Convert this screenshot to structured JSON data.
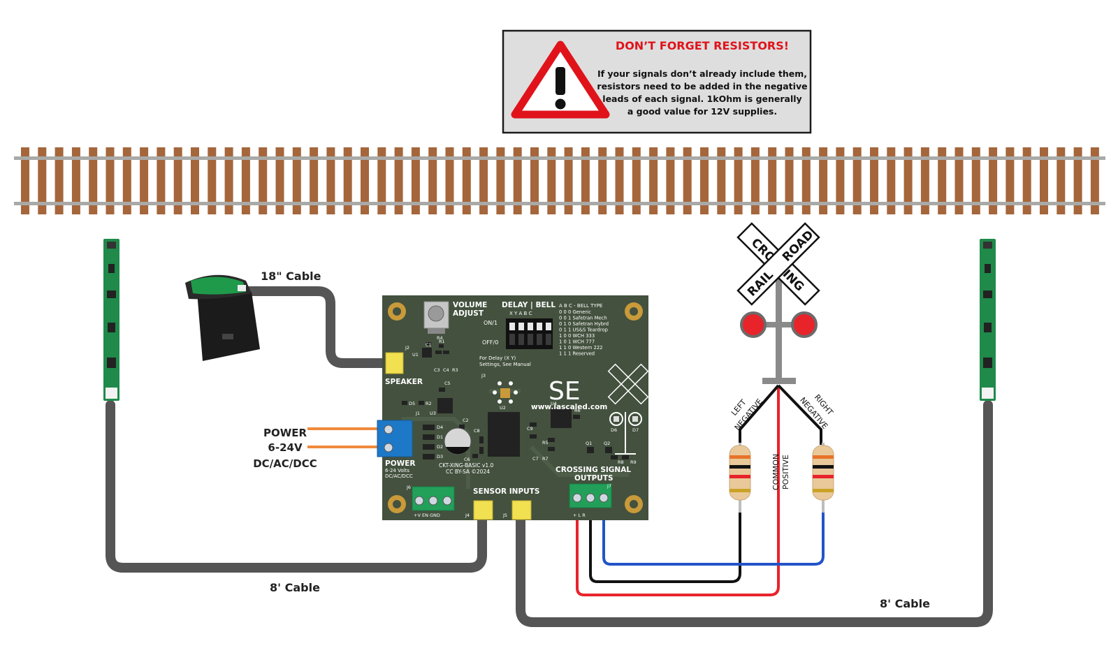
{
  "warning": {
    "title": "DON’T FORGET RESISTORS!",
    "lines": [
      "If your signals don’t already include them,",
      "resistors need to be added in the negative",
      "leads of each signal.  1kOhm is generally",
      "a good value for 12V supplies."
    ],
    "title_color": "#e0131b",
    "sign_color": "#e0131b"
  },
  "cables": {
    "speaker_cable": "18\" Cable",
    "left_sensor_cable": "8' Cable",
    "right_sensor_cable": "8' Cable"
  },
  "power_input": {
    "lines": [
      "POWER",
      "6-24V",
      "DC/AC/DCC"
    ]
  },
  "crossbuck": {
    "word_a": "RAIL",
    "word_b": "ROAD",
    "word_c": "CROSSING"
  },
  "signal_leads": {
    "left_negative": [
      "LEFT",
      "NEGATIVE"
    ],
    "right_negative": [
      "RIGHT",
      "NEGATIVE"
    ],
    "common_positive": [
      "COMMON",
      "POSITIVE"
    ]
  },
  "board": {
    "volume_adjust": [
      "VOLUME",
      "ADJUST"
    ],
    "delay_bell": "DELAY | BELL",
    "switch_letters": "X  Y  A  B  C",
    "on_label": "ON/1",
    "off_label": "OFF/0",
    "bell_header": "A B C - BELL TYPE",
    "bell_types": [
      "0 0 0  Generic",
      "0 0 1  Safetran Mech",
      "0 1 0  Safetran Hybrd",
      "0 1 1  US&S Teardrop",
      "1 0 0  WCH 333",
      "1 0 1  WCH 777",
      "1 1 0  Western 222",
      "1 1 1  Reserved"
    ],
    "delay_note": [
      "For Delay (X  Y)",
      "Settings, See Manual"
    ],
    "speaker_label": "SPEAKER",
    "logo": "SE",
    "website": "www.iascaled.com",
    "power_label": "POWER",
    "power_sub": [
      "6-24 Volts",
      "DC/AC/DCC"
    ],
    "sensor_inputs": "SENSOR INPUTS",
    "crossing_outputs": [
      "CROSSING SIGNAL",
      "OUTPUTS"
    ],
    "version": [
      "CKT-XING-BASIC v1.0",
      "CC BY-SA ©2024"
    ],
    "sensor_pins": "+V  EN  GND",
    "output_pins": "+   L   R",
    "refs": {
      "u1": "U1",
      "u2": "U2",
      "u3": "U3",
      "u4": "U4",
      "j1": "J1",
      "j2": "J2",
      "j3": "J3",
      "j4": "J4",
      "j5": "J5",
      "j6": "J6",
      "j7": "J7",
      "c1": "C1",
      "c2": "C2",
      "c3": "C3",
      "c4": "C4",
      "c5": "C5",
      "c6": "C6",
      "c7": "C7",
      "c8": "C8",
      "c9": "C9",
      "r1": "R1",
      "r2": "R2",
      "r3": "R3",
      "r4": "R4",
      "r5": "R5",
      "r6": "R6",
      "r7": "R7",
      "r8": "R8",
      "r9": "R9",
      "d1": "D1",
      "d2": "D2",
      "d3": "D3",
      "d4": "D4",
      "d5": "D5",
      "d6": "D6",
      "d7": "D7",
      "q1": "Q1",
      "q2": "Q2"
    },
    "colors": {
      "pcb": "#43513e",
      "terminal_green": "#22a05a",
      "power_terminal": "#1e78c8",
      "jst_connector": "#f1e04f"
    }
  },
  "colors": {
    "tie": "#a5663c",
    "rail": "#a9aaa8",
    "cable": "#555555",
    "power_wire": "#f08a3c",
    "wire_positive": "#e8232a",
    "wire_negative": "#111111",
    "wire_right": "#2254c8",
    "signal_lamp": "#e8232a"
  }
}
